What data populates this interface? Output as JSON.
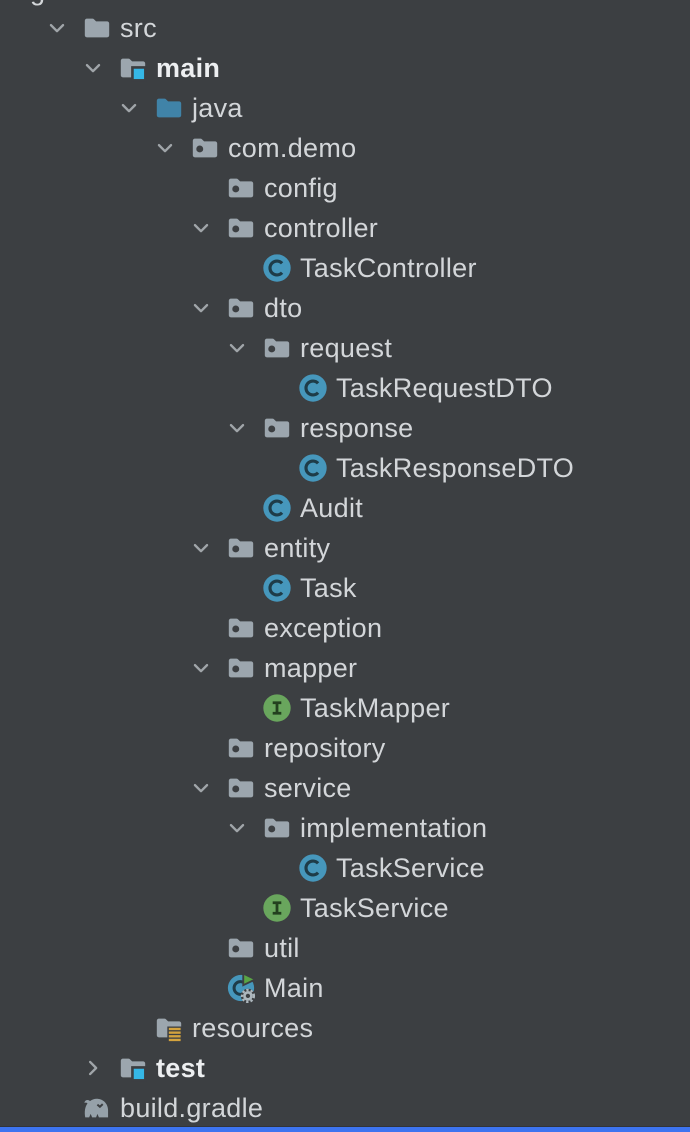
{
  "colors": {
    "background": "#3C3F42",
    "text": "#D3D6D9",
    "text_bold": "#EDEFF1",
    "chevron": "#A0A5A9",
    "folder": "#9CA6AE",
    "java_folder": "#4083A8",
    "class_badge": "#4697BC",
    "class_letter": "#1E3C49",
    "interface_badge": "#69A65D",
    "interface_letter": "#23401F",
    "source_root_badge": "#35B7E6",
    "resources_badge": "#D4A33E",
    "run_triangle": "#5AA546",
    "gear_badge": "#ADB7BD",
    "gradle": "#96A1A9",
    "bottom_bar": "#3D74F0"
  },
  "tree": {
    "clipped_text": "g",
    "rows": [
      {
        "label": "src",
        "level": 0,
        "icon": "folder-icon",
        "chevron": "expanded",
        "bold": false
      },
      {
        "label": "main",
        "level": 1,
        "icon": "source-root-folder-icon",
        "chevron": "expanded",
        "bold": true
      },
      {
        "label": "java",
        "level": 2,
        "icon": "java-source-folder-icon",
        "chevron": "expanded",
        "bold": false
      },
      {
        "label": "com.demo",
        "level": 3,
        "icon": "package-icon",
        "chevron": "expanded",
        "bold": false
      },
      {
        "label": "config",
        "level": 4,
        "icon": "package-icon",
        "chevron": "none",
        "bold": false
      },
      {
        "label": "controller",
        "level": 4,
        "icon": "package-icon",
        "chevron": "expanded",
        "bold": false
      },
      {
        "label": "TaskController",
        "level": 5,
        "icon": "class-icon",
        "chevron": "none",
        "bold": false
      },
      {
        "label": "dto",
        "level": 4,
        "icon": "package-icon",
        "chevron": "expanded",
        "bold": false
      },
      {
        "label": "request",
        "level": 5,
        "icon": "package-icon",
        "chevron": "expanded",
        "bold": false
      },
      {
        "label": "TaskRequestDTO",
        "level": 6,
        "icon": "class-icon",
        "chevron": "none",
        "bold": false
      },
      {
        "label": "response",
        "level": 5,
        "icon": "package-icon",
        "chevron": "expanded",
        "bold": false
      },
      {
        "label": "TaskResponseDTO",
        "level": 6,
        "icon": "class-icon",
        "chevron": "none",
        "bold": false
      },
      {
        "label": "Audit",
        "level": 5,
        "icon": "class-icon",
        "chevron": "none",
        "bold": false
      },
      {
        "label": "entity",
        "level": 4,
        "icon": "package-icon",
        "chevron": "expanded",
        "bold": false
      },
      {
        "label": "Task",
        "level": 5,
        "icon": "class-icon",
        "chevron": "none",
        "bold": false
      },
      {
        "label": "exception",
        "level": 4,
        "icon": "package-icon",
        "chevron": "none",
        "bold": false
      },
      {
        "label": "mapper",
        "level": 4,
        "icon": "package-icon",
        "chevron": "expanded",
        "bold": false
      },
      {
        "label": "TaskMapper",
        "level": 5,
        "icon": "interface-icon",
        "chevron": "none",
        "bold": false
      },
      {
        "label": "repository",
        "level": 4,
        "icon": "package-icon",
        "chevron": "none",
        "bold": false
      },
      {
        "label": "service",
        "level": 4,
        "icon": "package-icon",
        "chevron": "expanded",
        "bold": false
      },
      {
        "label": "implementation",
        "level": 5,
        "icon": "package-icon",
        "chevron": "expanded",
        "bold": false
      },
      {
        "label": "TaskService",
        "level": 6,
        "icon": "class-icon",
        "chevron": "none",
        "bold": false
      },
      {
        "label": "TaskService",
        "level": 5,
        "icon": "interface-icon",
        "chevron": "none",
        "bold": false
      },
      {
        "label": "util",
        "level": 4,
        "icon": "package-icon",
        "chevron": "none",
        "bold": false
      },
      {
        "label": "Main",
        "level": 4,
        "icon": "runnable-class-icon",
        "chevron": "none",
        "bold": false
      },
      {
        "label": "resources",
        "level": 2,
        "icon": "resources-folder-icon",
        "chevron": "none",
        "bold": false
      },
      {
        "label": "test",
        "level": 1,
        "icon": "source-root-folder-icon",
        "chevron": "collapsed",
        "bold": true
      },
      {
        "label": "build.gradle",
        "level": 0,
        "icon": "gradle-icon",
        "chevron": "none",
        "bold": false
      }
    ]
  }
}
